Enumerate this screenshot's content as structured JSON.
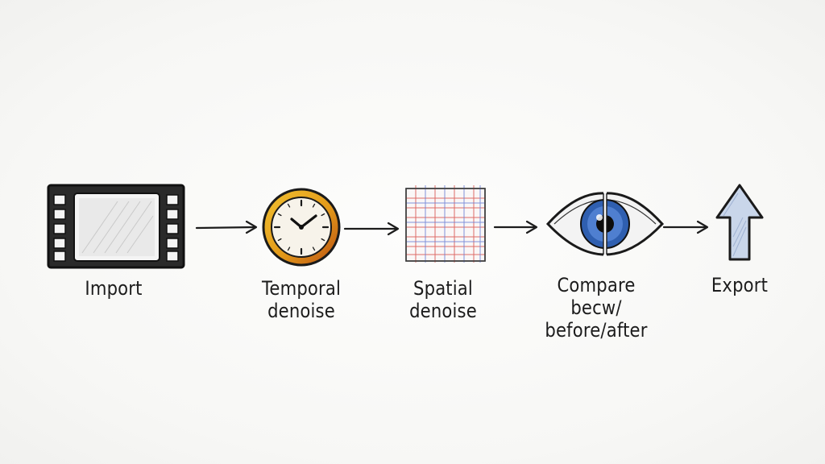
{
  "diagram": {
    "steps": [
      {
        "id": "import",
        "icon": "film-frame-icon",
        "lines": [
          "Import"
        ]
      },
      {
        "id": "temporal",
        "icon": "clock-icon",
        "lines": [
          "Temporal",
          "denoise"
        ]
      },
      {
        "id": "spatial",
        "icon": "grid-icon",
        "lines": [
          "Spatial",
          "denoise"
        ]
      },
      {
        "id": "compare",
        "icon": "eye-icon",
        "lines": [
          "Compare",
          "becw/",
          "before/after"
        ]
      },
      {
        "id": "export",
        "icon": "up-arrow-icon",
        "lines": [
          "Export"
        ]
      }
    ],
    "colors": {
      "ink": "#1c1c1c",
      "clock_ring": "#e8a21c",
      "grid_red": "#d9534f",
      "grid_blue": "#6b7fd7",
      "eye_iris": "#2f5fb0",
      "export_fill": "#c9d6ea"
    }
  }
}
